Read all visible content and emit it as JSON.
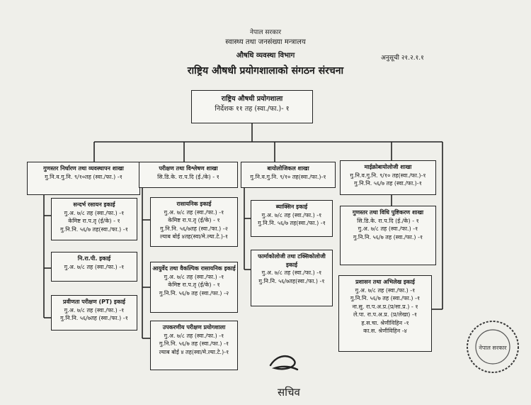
{
  "header": {
    "line1": "नेपाल सरकार",
    "line2": "स्वास्थ्य तथा जनसंख्या मन्त्रालय",
    "line3": "औषधि व्यवस्था विभाग",
    "line4": "राष्ट्रिय औषधी प्रयोगशालाको संगठन संरचना",
    "annex": "अनुसूची २१.२.१.१"
  },
  "top": {
    "title": "राष्ट्रिय औषधी प्रयोगशाला",
    "lines": [
      "निर्देशक ११ तह (स्वा./फा.)- १"
    ]
  },
  "sections": {
    "qa": {
      "title": "गुणस्तर निर्धारण तथा व्यवस्थापन शाखा",
      "lines": [
        "गु.नि.व.गु.नि. ९/१०तह (स्वा./फा.) -१"
      ]
    },
    "testing": {
      "title": "परीक्षण तथा विश्लेषण शाखा",
      "lines": [
        "सि.डि.के. रा.प.दि (ई./के) - १"
      ]
    },
    "bio": {
      "title": "बायोलोजिकल शाखा",
      "lines": [
        "गु.नि.व.गु.नि. ९/१० तह(स्वा./फा.)-१"
      ]
    },
    "micro": {
      "title": "माईक्रोबायोलोजी शाखा",
      "lines": [
        "गु.नि.व.गु.नि. ९/१० तह(स्वा./फा.)-१",
        "गु.नि.नि. ५६/७ तह (स्वा./फा.)-१"
      ]
    }
  },
  "units": {
    "reference": {
      "title": "सन्दर्भ रसायन इकाई",
      "lines": [
        "गु.अ. ७/८ तह (स्वा./फा.) -१",
        "केमिष्ट रा.प.तृ (ई/के) - १",
        "गु.नि.नि. ५६/७ तह(स्वा./फा.) -१"
      ]
    },
    "nrp": {
      "title": "नि.रा.पी. इकाई",
      "lines": [
        "गु.अ. ७/८ तह (स्वा./फा.) -१"
      ]
    },
    "pt": {
      "title": "प्रवीणता परीक्षण (PT) इकाई",
      "lines": [
        "गु.अ. ७/८ तह (स्वा./फा.) -१",
        "गु.नि.नि. ५६/७तह (स्वा./फा.) -१"
      ]
    },
    "chemical": {
      "title": "रासायनिक इकाई",
      "lines": [
        "गु.अ. ७/८ तह (स्वा./फा.) -१",
        "केमिष्ट रा.प.तृ (ई/के) - १",
        "गु.नि.नि. ५६/७तह (स्वा./फा.) -२",
        "ल्याब बोई ४तह(स्वा/मे.ल्या.टे.)-१"
      ]
    },
    "ayurveda": {
      "title": "आयुर्वेद तथा वैकल्पिक रासायनिक इकाई",
      "lines": [
        "गु.अ. ७/८ तह (स्वा./फा.) -१",
        "केमिष्ट रा.प.तृ (ई/के) - १",
        "गु.नि.नि. ५६/७ तह (स्वा./फा.) -२"
      ]
    },
    "equipment": {
      "title": "उपकरणीय परीक्षण प्रयोगशाला",
      "lines": [
        "गु.अ. ७/८ तह (स्वा./फा.) -१",
        "गु.नि.नि. ५६/७ तह (स्वा./फा.) -१",
        "ल्याब बोई ४ तह(स्वा/मे.ल्या.टे.)-१"
      ]
    },
    "immunization": {
      "title": "ब्याक्सिन इकाई",
      "lines": [
        "गु.अ. ७/८ तह (स्वा./फा.) -१",
        "गु.नि.नि. ५६/७ तह(स्वा./फा.) -१"
      ]
    },
    "pharmacology": {
      "title": "फार्माकोलोजी तथा टक्सिकोलोजी इकाई",
      "lines": [
        "गु.अ. ७/८ तह (स्वा./फा.) -१",
        "गु.नि.नि. ५६/७तह(स्वा./फा.) -१"
      ]
    },
    "method": {
      "title": "गुणस्तर तथा विधि पुष्टिकरण शाखा",
      "lines": [
        "सि.डि.के. रा.प.दि (ई./के) - १",
        "गु.अ. ७/८ तह (स्वा./फा.) -१",
        "गु.नि.नि. ५६/७ तह (स्वा./फा.) -१"
      ]
    },
    "admin": {
      "title": "प्रशासन तथा अभिलेख इकाई",
      "lines": [
        "गु.अ. ७/८ तह (स्वा./फा.) -१",
        "गु.नि.नि. ५६/७ तह (स्वा./फा.) -१",
        "ना.सु. रा.प.अ.प्र.(प्र/सा.प्र.) - १",
        "ले.पा. रा.प.अ.प्र. (प्र/लेखा) -१",
        "ह.स.चा. श्रेणीविहिन -१",
        "का.स. श्रेणीविहिन -४"
      ]
    }
  },
  "signature": "सचिव",
  "stamp_text": "नेपाल सरकार"
}
